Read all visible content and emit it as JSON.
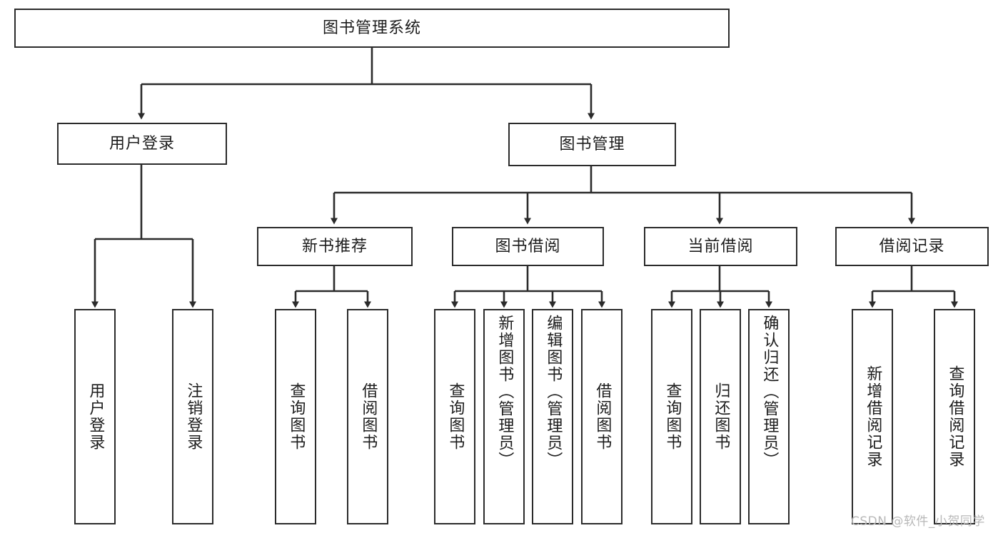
{
  "diagram": {
    "title": "图书管理系统",
    "type": "hierarchy-tree",
    "watermark": "CSDN @软件_小贺同学",
    "colors": {
      "stroke": "#2b2b2b",
      "fill": "#ffffff",
      "text": "#1c1c1c",
      "watermark": "#b8b8b8"
    },
    "levels": {
      "root": {
        "label": "图书管理系统"
      },
      "level2": [
        {
          "label": "用户登录"
        },
        {
          "label": "图书管理"
        }
      ],
      "level3": [
        {
          "label": "新书推荐"
        },
        {
          "label": "图书借阅"
        },
        {
          "label": "当前借阅"
        },
        {
          "label": "借阅记录"
        }
      ],
      "leaves": [
        {
          "label": "用户登录",
          "parent": "用户登录"
        },
        {
          "label": "注销登录",
          "parent": "用户登录"
        },
        {
          "label": "查询图书",
          "parent": "新书推荐"
        },
        {
          "label": "借阅图书",
          "parent": "新书推荐"
        },
        {
          "label": "查询图书",
          "parent": "图书借阅"
        },
        {
          "label": "新增图书（管理员）",
          "parent": "图书借阅"
        },
        {
          "label": "编辑图书（管理员）",
          "parent": "图书借阅"
        },
        {
          "label": "借阅图书",
          "parent": "图书借阅"
        },
        {
          "label": "查询图书",
          "parent": "当前借阅"
        },
        {
          "label": "归还图书",
          "parent": "当前借阅"
        },
        {
          "label": "确认归还（管理员）",
          "parent": "当前借阅"
        },
        {
          "label": "新增借阅记录",
          "parent": "借阅记录"
        },
        {
          "label": "查询借阅记录",
          "parent": "借阅记录"
        }
      ]
    }
  }
}
